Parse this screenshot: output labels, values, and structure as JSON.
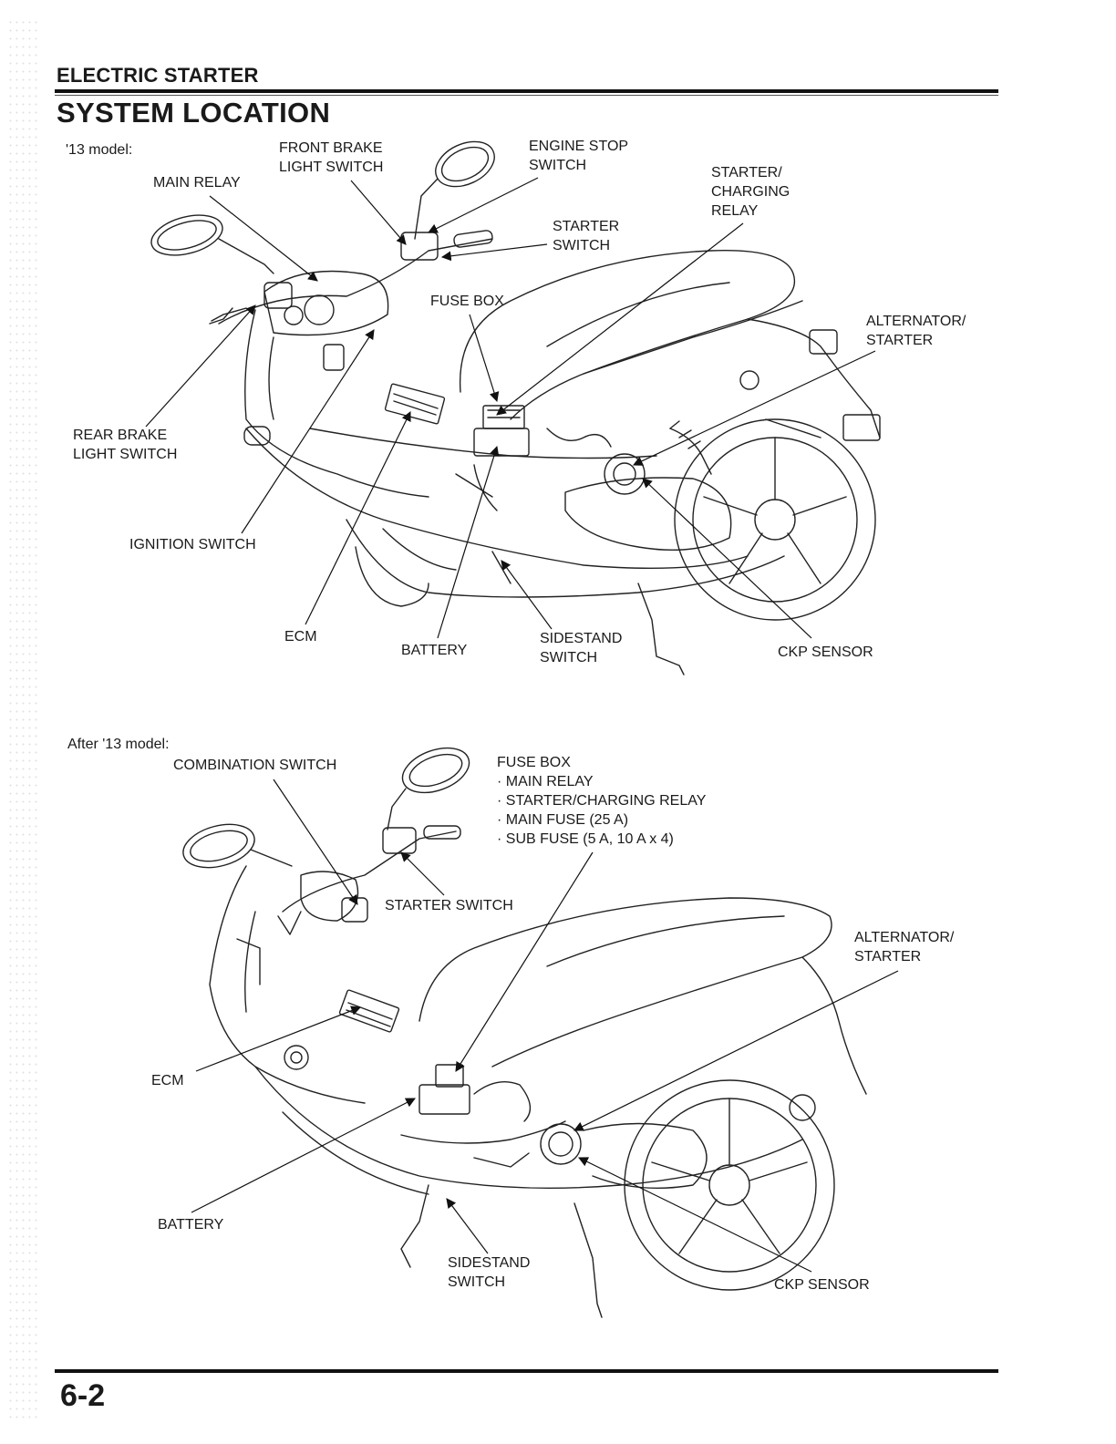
{
  "header": {
    "section": "ELECTRIC STARTER",
    "title": "SYSTEM LOCATION"
  },
  "model_2013": {
    "label": "'13 model:",
    "callouts": {
      "main_relay": "MAIN RELAY",
      "front_brake_light_switch": [
        "FRONT BRAKE",
        "LIGHT SWITCH"
      ],
      "engine_stop_switch": [
        "ENGINE STOP",
        "SWITCH"
      ],
      "starter_charging_relay": [
        "STARTER/",
        "CHARGING",
        "RELAY"
      ],
      "starter_switch": [
        "STARTER",
        "SWITCH"
      ],
      "fuse_box": "FUSE BOX",
      "alternator_starter": [
        "ALTERNATOR/",
        "STARTER"
      ],
      "rear_brake_light_switch": [
        "REAR BRAKE",
        "LIGHT SWITCH"
      ],
      "ignition_switch": "IGNITION SWITCH",
      "ecm": "ECM",
      "battery": "BATTERY",
      "sidestand_switch": [
        "SIDESTAND",
        "SWITCH"
      ],
      "ckp_sensor": "CKP SENSOR"
    }
  },
  "model_after_2013": {
    "label": "After '13 model:",
    "callouts": {
      "combination_switch": "COMBINATION SWITCH",
      "fuse_box": {
        "title": "FUSE BOX",
        "items": [
          "MAIN RELAY",
          "STARTER/CHARGING RELAY",
          "MAIN FUSE (25 A)",
          "SUB FUSE (5 A, 10 A x 4)"
        ]
      },
      "starter_switch": "STARTER SWITCH",
      "alternator_starter": [
        "ALTERNATOR/",
        "STARTER"
      ],
      "ecm": "ECM",
      "battery": "BATTERY",
      "sidestand_switch": [
        "SIDESTAND",
        "SWITCH"
      ],
      "ckp_sensor": "CKP SENSOR"
    }
  },
  "footer": {
    "page_number": "6-2"
  }
}
